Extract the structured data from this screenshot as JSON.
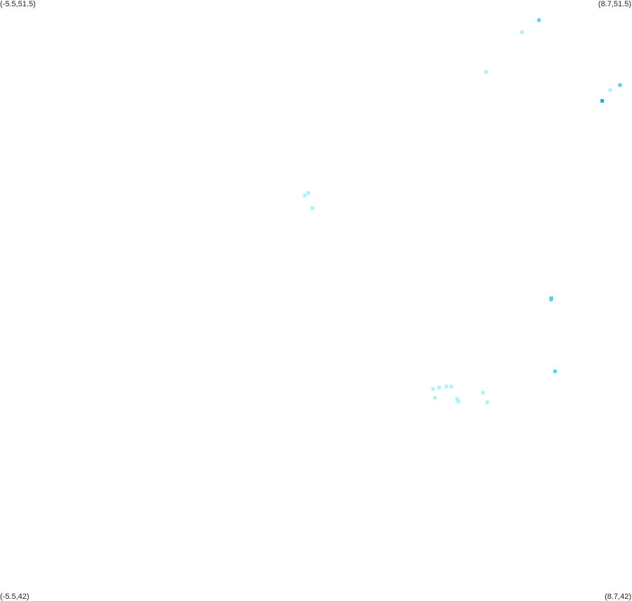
{
  "labels": {
    "top_left": "(-5.5,51.5)",
    "top_right": "(8.7,51.5)",
    "bottom_left": "(-5.5,42)",
    "bottom_right": "(8.7,42)"
  },
  "bounds": {
    "lon_min": -5.5,
    "lon_max": 8.7,
    "lat_min": 42,
    "lat_max": 51.5
  },
  "colors": {
    "light": "#aaf2fb",
    "medium": "#55d0f5",
    "dark": "#2ea4ef"
  },
  "points": [
    {
      "lon": 6.61,
      "lat": 51.18,
      "color": "medium"
    },
    {
      "lon": 6.23,
      "lat": 50.99,
      "color": "light"
    },
    {
      "lon": 5.42,
      "lat": 50.36,
      "color": "light"
    },
    {
      "lon": 8.43,
      "lat": 50.15,
      "color": "medium"
    },
    {
      "lon": 8.21,
      "lat": 50.07,
      "color": "light"
    },
    {
      "lon": 8.03,
      "lat": 49.9,
      "color": "dark"
    },
    {
      "lon": 1.43,
      "lat": 48.44,
      "color": "light"
    },
    {
      "lon": 1.35,
      "lat": 48.4,
      "color": "light"
    },
    {
      "lon": 1.52,
      "lat": 48.2,
      "color": "light"
    },
    {
      "lon": 6.89,
      "lat": 46.77,
      "color": "medium"
    },
    {
      "lon": 6.88,
      "lat": 46.75,
      "color": "medium"
    },
    {
      "lon": 6.97,
      "lat": 45.61,
      "color": "medium"
    },
    {
      "lon": 4.37,
      "lat": 45.35,
      "color": "light"
    },
    {
      "lon": 4.53,
      "lat": 45.37,
      "color": "light"
    },
    {
      "lon": 4.64,
      "lat": 45.37,
      "color": "light"
    },
    {
      "lon": 4.23,
      "lat": 45.33,
      "color": "light"
    },
    {
      "lon": 4.27,
      "lat": 45.19,
      "color": "light"
    },
    {
      "lon": 4.77,
      "lat": 45.17,
      "color": "light"
    },
    {
      "lon": 4.8,
      "lat": 45.13,
      "color": "light"
    },
    {
      "lon": 5.35,
      "lat": 45.27,
      "color": "light"
    },
    {
      "lon": 5.45,
      "lat": 45.12,
      "color": "light"
    }
  ]
}
